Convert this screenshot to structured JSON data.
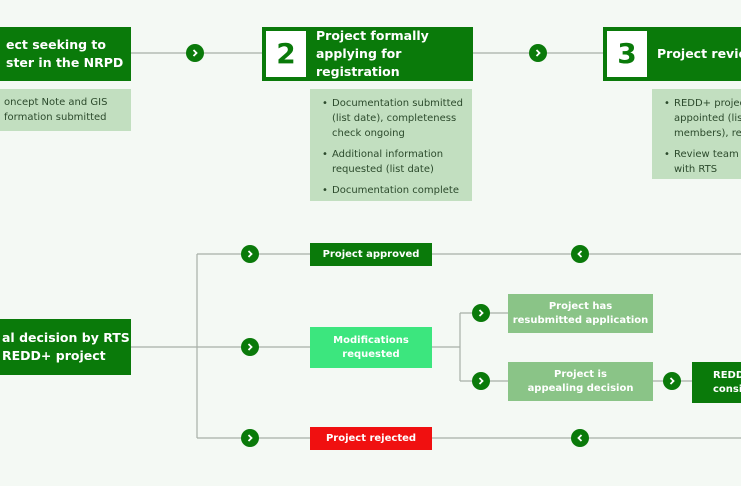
{
  "steps": [
    {
      "number": "",
      "title_line1": "ect seeking to",
      "title_line2": "ster in the NRPD"
    },
    {
      "number": "2",
      "title_line1": "Project formally",
      "title_line2": "applying for registration"
    },
    {
      "number": "3",
      "title_line1": "Project review",
      "title_line2": ""
    }
  ],
  "step1_info": {
    "line1": "oncept Note and GIS",
    "line2": "formation submitted"
  },
  "step2_info": {
    "items": [
      {
        "line1": "Documentation submitted",
        "line2": "(list date), completeness",
        "line3": "check ongoing"
      },
      {
        "line1": "Additional information",
        "line2": "requested (list date)"
      },
      {
        "line1": "Documentation complete"
      }
    ]
  },
  "step3_info": {
    "items": [
      {
        "line1": "REDD+ project",
        "line2": "appointed (list d",
        "line3": "members), revie"
      },
      {
        "line1": "Review team ev",
        "line2": "with RTS"
      }
    ]
  },
  "decision": {
    "line1": "al decision by RTS",
    "line2": "REDD+ project"
  },
  "outcomes": {
    "approved": "Project approved",
    "modifications_line1": "Modifications",
    "modifications_line2": "requested",
    "rejected": "Project rejected",
    "resubmitted_line1": "Project has",
    "resubmitted_line2": "resubmitted application",
    "appealing_line1": "Project is",
    "appealing_line2": "appealing decision",
    "redd_line1": "REDD-",
    "redd_line2": "conside"
  },
  "colors": {
    "dark_green": "#0a7a0a",
    "info_bg": "#c2dfc0",
    "modifications": "#3ce67e",
    "light_tag": "#8ac487",
    "rejected": "#f01010",
    "connector": "#a8b0a8"
  }
}
